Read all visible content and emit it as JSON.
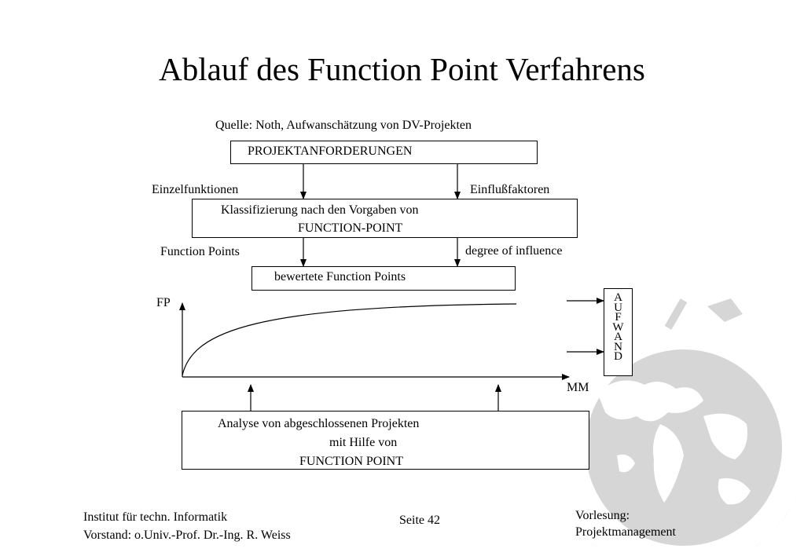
{
  "slide": {
    "title": "Ablauf des Function Point Verfahrens",
    "source": "Quelle: Noth, Aufwanschätzung von DV-Projekten"
  },
  "diagram": {
    "box_requirements": "PROJEKTANFORDERUNGEN",
    "label_single_functions": "Einzelfunktionen",
    "label_influence_factors": "Einflußfaktoren",
    "box_classification_line1": "Klassifizierung nach den Vorgaben von",
    "box_classification_line2": "FUNCTION-POINT",
    "label_function_points": "Function Points",
    "label_degree_influence": "degree of influence",
    "box_rated": "bewertete Function Points",
    "axis_y": "FP",
    "axis_x": "MM",
    "effort_letters": [
      "A",
      "U",
      "F",
      "W",
      "A",
      "N",
      "D"
    ],
    "box_analysis_line1": "Analyse von abgeschlossenen Projekten",
    "box_analysis_line2": "mit Hilfe von",
    "box_analysis_line3": "FUNCTION POINT"
  },
  "footer": {
    "institute": "Institut für techn. Informatik",
    "chair": "Vorstand: o.Univ.-Prof. Dr.-Ing. R. Weiss",
    "page": "Seite 42",
    "course_line1": "Vorlesung:",
    "course_line2": "Projektmanagement"
  },
  "colors": {
    "globe": "#d6d6d6"
  }
}
